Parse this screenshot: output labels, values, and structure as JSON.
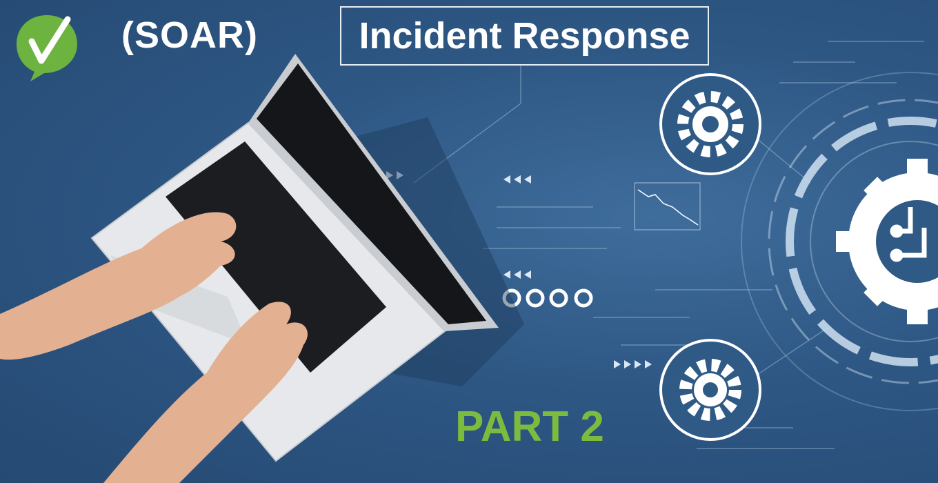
{
  "brand": {
    "logo_icon": "green-checkmark-speech-bubble-icon",
    "logo_color": "#6db33f"
  },
  "header": {
    "acronym": "(SOAR)",
    "title": "Incident Response"
  },
  "footer": {
    "part_label": "PART 2"
  },
  "colors": {
    "background": "#2f5a86",
    "accent_green": "#7dbb3f",
    "text": "#ffffff"
  },
  "icons": [
    "gear-icon",
    "gear-icon",
    "circuit-gear-icon",
    "laptop-icon",
    "hands-typing-illustration"
  ]
}
